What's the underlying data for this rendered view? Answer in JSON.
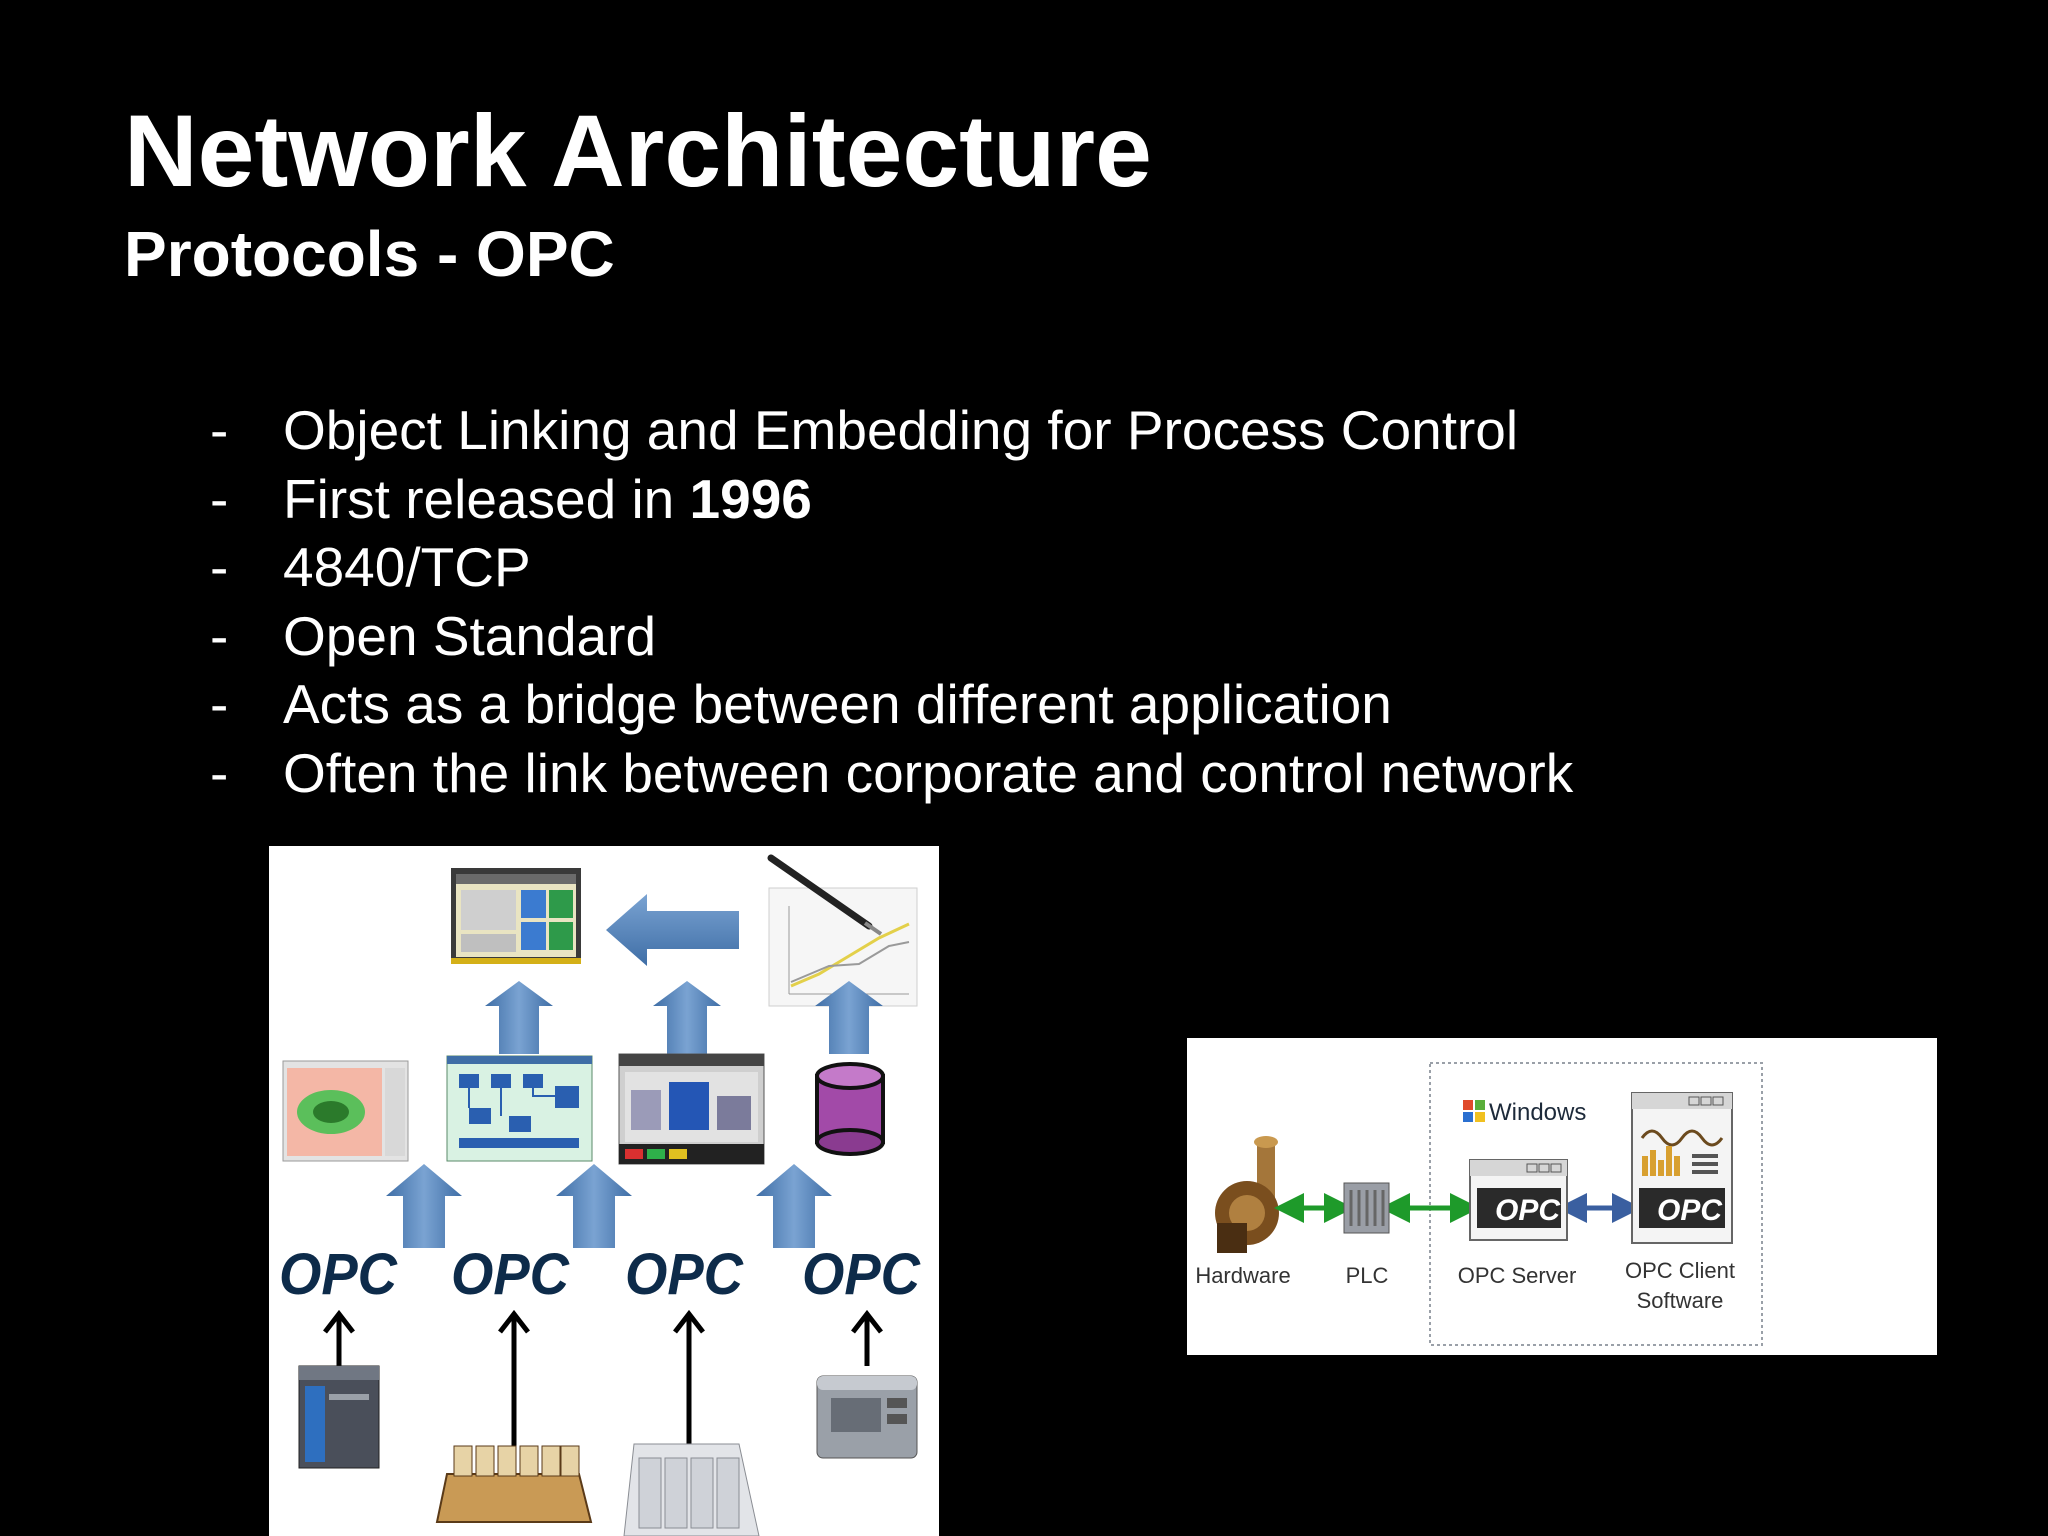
{
  "slide": {
    "title": "Network Architecture",
    "subtitle": "Protocols - OPC"
  },
  "bullets": {
    "dash": "-",
    "items": [
      {
        "text": "Object Linking and Embedding for Process Control"
      },
      {
        "text": "First released in ",
        "bold": "1996"
      },
      {
        "text": "4840/TCP"
      },
      {
        "text": "Open Standard"
      },
      {
        "text": "Acts as a bridge between different application"
      },
      {
        "text": "Often the link between corporate and control network"
      }
    ]
  },
  "figure_left": {
    "opc_logo": "OPC"
  },
  "figure_right": {
    "windows_label": "Windows",
    "opc_logo": "OPC",
    "labels": {
      "hardware": "Hardware",
      "plc": "PLC",
      "opc_server": "OPC Server",
      "opc_client_line1": "OPC Client",
      "opc_client_line2": "Software"
    }
  },
  "colors": {
    "background": "#000000",
    "text": "#ffffff",
    "arrow_blue": "#5a86bb",
    "arrow_green": "#1e9a2a",
    "db_purple": "#a24aa8"
  }
}
